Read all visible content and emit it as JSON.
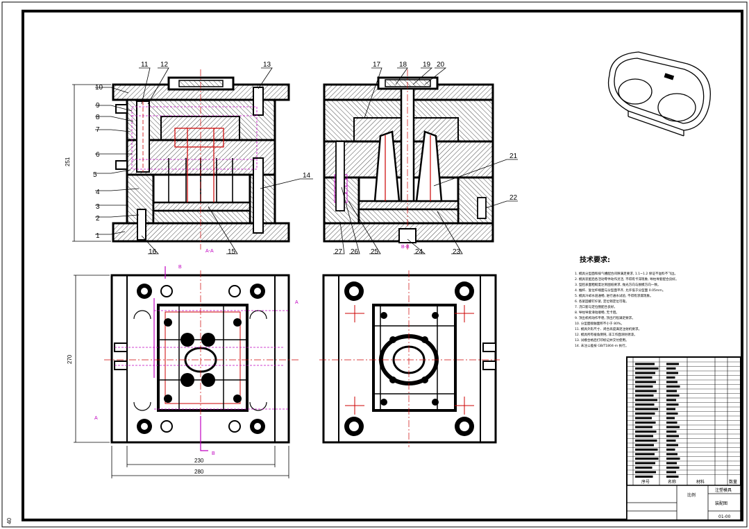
{
  "sheet": {
    "corner_mark": "40"
  },
  "views": {
    "front_section": {
      "label": "A-A"
    },
    "side_section": {
      "label": "B-B"
    }
  },
  "part_labels": [
    {
      "id": "p1",
      "text": "1"
    },
    {
      "id": "p2",
      "text": "2"
    },
    {
      "id": "p3",
      "text": "3"
    },
    {
      "id": "p4",
      "text": "4"
    },
    {
      "id": "p5",
      "text": "5"
    },
    {
      "id": "p6",
      "text": "6"
    },
    {
      "id": "p7",
      "text": "7"
    },
    {
      "id": "p8",
      "text": "8"
    },
    {
      "id": "p9",
      "text": "9"
    },
    {
      "id": "p10",
      "text": "10"
    },
    {
      "id": "p11",
      "text": "11"
    },
    {
      "id": "p12",
      "text": "12"
    },
    {
      "id": "p13",
      "text": "13"
    },
    {
      "id": "p14",
      "text": "14"
    },
    {
      "id": "p15",
      "text": "15"
    },
    {
      "id": "p16",
      "text": "16"
    },
    {
      "id": "p17",
      "text": "17"
    },
    {
      "id": "p18",
      "text": "18"
    },
    {
      "id": "p19",
      "text": "19"
    },
    {
      "id": "p20",
      "text": "20"
    },
    {
      "id": "p21",
      "text": "21"
    },
    {
      "id": "p22",
      "text": "22"
    },
    {
      "id": "p23",
      "text": "23"
    },
    {
      "id": "p24",
      "text": "24"
    },
    {
      "id": "p25",
      "text": "25"
    },
    {
      "id": "p26",
      "text": "26"
    },
    {
      "id": "p27",
      "text": "27"
    }
  ],
  "dimensions": {
    "height_front": "251",
    "height_plan": "270",
    "width_inner": "230",
    "width_outer": "280"
  },
  "section_marks": {
    "a": "A",
    "b": "B"
  },
  "technical_requirements": {
    "title": "技术要求:",
    "items": [
      "1. 模具分型面和排气槽配合间隙满足要求, 1.1~1.2 保证不溢料不飞边。",
      "2. 模具装配后各活动零件动作灵活, 不得有卡滞现象, 导柱导套配合良好。",
      "3. 型腔表面粗糙度达到图纸要求, 抛光方向与脱模方向一致。",
      "4. 推杆、复位杆端面与分型面平齐, 允许低于分型面 0.05mm。",
      "5. 模具冷却水道通畅, 进行通水试验, 不得有渗漏现象。",
      "6. 各紧固螺钉拧紧, 定位销定位可靠。",
      "7. 浇口套与定位圈配合良好。",
      "8. 导柱导套滑动顺畅, 无卡阻。",
      "9. 顶出机构动作平稳, 顶出行程满足要求。",
      "10. 分型面接触面积不小于 80%。",
      "11. 模具外形尺寸、闭合高度满足注射机要求。",
      "12. 模具所有棱角倒钝, 非工作面涂防锈漆。",
      "13. 试模合格后打印标记并交付使用。",
      "14. 未注公差按 GB/T1804-m 执行。"
    ]
  },
  "title_block": {
    "header_left": "序号",
    "header_mid": "名称",
    "header_mat": "材料",
    "header_qty": "数量",
    "scale_box": "比例",
    "drawing_name": "注塑模具",
    "assembly": "装配图",
    "code": "01-00"
  }
}
